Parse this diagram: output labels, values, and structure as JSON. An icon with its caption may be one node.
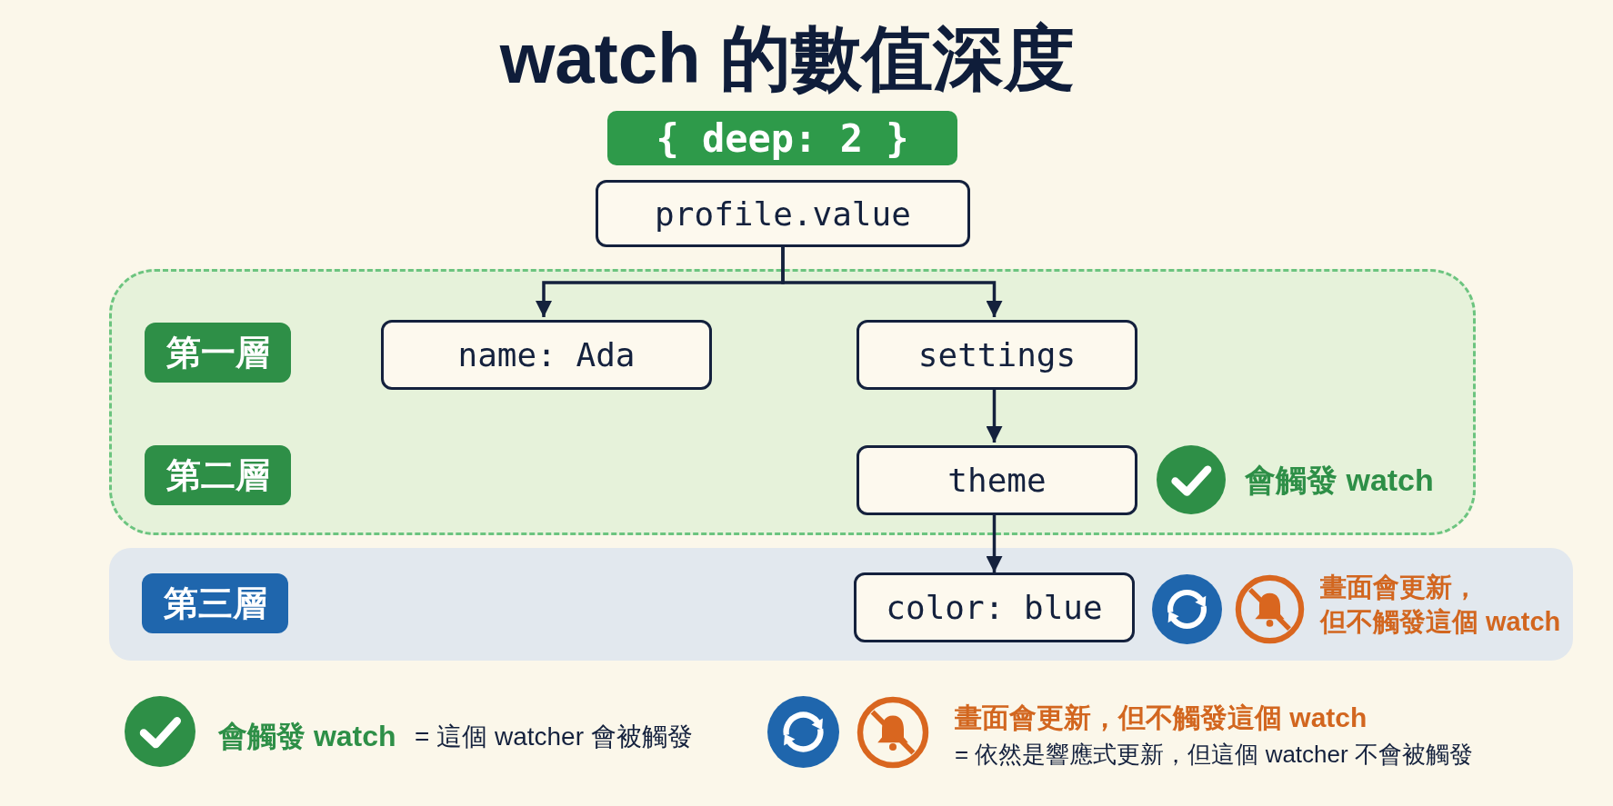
{
  "diagram": {
    "title": "watch 的數值深度",
    "nodes": [
      {
        "text": [
          "{ deep: 2 }"
        ]
      },
      {
        "text": [
          "profile.value"
        ]
      },
      {
        "text": [],
        "shape": "box"
      },
      {
        "text": [
          "第一層"
        ],
        "in": 2
      },
      {
        "text": [
          "name: Ada"
        ],
        "in": 2
      },
      {
        "text": [
          "settings"
        ],
        "in": 2
      },
      {
        "text": [
          "第二層"
        ],
        "in": 2
      },
      {
        "text": [
          "theme"
        ],
        "in": 2,
        "beside": [
          "會觸發 watch"
        ]
      },
      {
        "text": [],
        "shape": "box"
      },
      {
        "text": [
          "第三層"
        ],
        "in": 8
      },
      {
        "text": [
          "color: blue"
        ],
        "in": 8
      }
    ],
    "edges": [
      {
        "from": 1,
        "to": 4,
        "arrow": "to"
      },
      {
        "from": 1,
        "to": 5,
        "arrow": "to"
      },
      {
        "from": 5,
        "to": 7,
        "arrow": "to"
      },
      {
        "from": 7,
        "to": 10,
        "arrow": "to"
      }
    ],
    "labels": [
      "畫面會更新，但不觸發這個 watch",
      "= 這個 watcher 會被觸發",
      "= 依然是響應式更新，但這個 watcher 不會被觸發"
    ],
    "legend": [
      {
        "text": "會觸發 watch"
      },
      {
        "text": "畫面會更新，但不觸發這個 watch"
      }
    ]
  }
}
